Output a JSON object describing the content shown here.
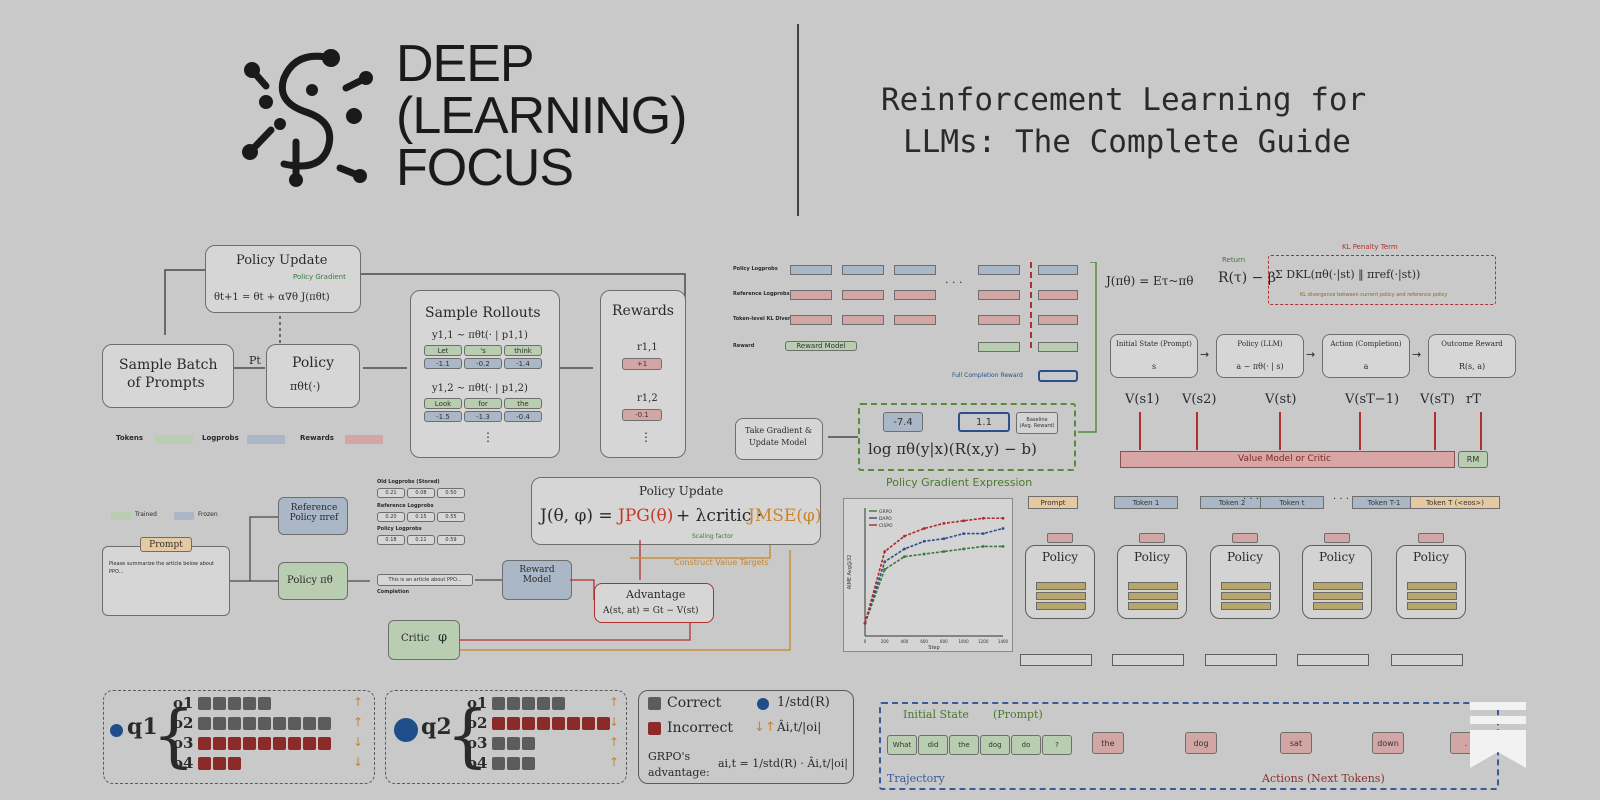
{
  "logo": {
    "line1": "DEEP",
    "line2": "(LEARNING)",
    "line3": "FOCUS"
  },
  "header": {
    "title_line1": "Reinforcement Learning for",
    "title_line2": "LLMs: The Complete Guide"
  },
  "colors": {
    "background": "#c9c9c9",
    "token_green": "#b9cdb0",
    "logprob_blue": "#a9b7c6",
    "reward_red": "#d3a6a6",
    "dark_red": "#8c2a2a",
    "value_pink": "#d9a6a6"
  },
  "diagram1": {
    "policy_update": "Policy Update",
    "policy_gradient": "Policy Gradient",
    "update_eq": "θt+1 = θt + α∇θ J(πθt)",
    "sample_batch_l1": "Sample Batch",
    "sample_batch_l2": "of Prompts",
    "pt": "Pt",
    "policy": "Policy",
    "policy_sub": "πθt(·)",
    "sample_rollouts": "Sample Rollouts",
    "y1": "y1,1 ~ πθt(· | p1,1)",
    "y2": "y1,2 ~ πθt(· | p1,2)",
    "row1_tokens": [
      "Let",
      "'s",
      "think"
    ],
    "row1_vals": [
      "-1.1",
      "-0.2",
      "-1.4"
    ],
    "row2_tokens": [
      "Look",
      "for",
      "the"
    ],
    "row2_vals": [
      "-1.5",
      "-1.3",
      "-0.4"
    ],
    "rewards": "Rewards",
    "r1": "r1,1",
    "r1_val": "+1",
    "r2": "r1,2",
    "r2_val": "-0.1",
    "legend_tokens": "Tokens",
    "legend_logprobs": "Logprobs",
    "legend_rewards": "Rewards"
  },
  "diagram2": {
    "row_labels": [
      "Policy Logprobs",
      "Reference Logprobs",
      "Token-level KL Divergence",
      "Reward"
    ],
    "reward_model": "Reward Model",
    "full_completion_reward": "Full Completion Reward",
    "objective": "J(πθ) = Eτ~πθ",
    "returns": "Return",
    "kl_penalty_term": "KL Penalty Term",
    "kl_note": "KL divergence between current policy and reference policy",
    "take_gradient_l1": "Take Gradient &",
    "take_gradient_l2": "Update Model",
    "val_a": "-7.4",
    "val_b": "1.1",
    "baseline_l1": "Baseline",
    "baseline_l2": "(Avg. Reward)",
    "pg_expr": "log πθ(y|x)(R(x,y) − b)",
    "pg_title": "Policy Gradient Expression"
  },
  "diagram3": {
    "steps": [
      {
        "label": "Initial State (Prompt)",
        "sub": "s"
      },
      {
        "label": "Policy (LLM)",
        "sub": "a ~ πθ(· | s)"
      },
      {
        "label": "Action (Completion)",
        "sub": "a"
      },
      {
        "label": "Outcome Reward",
        "sub": "R(s, a)"
      }
    ],
    "values": [
      "V(s1)",
      "V(s2)",
      "V(st)",
      "V(sT−1)",
      "V(sT)",
      "rT"
    ],
    "value_model": "Value Model or Critic",
    "rm": "RM",
    "tokens": [
      "Prompt",
      "Token 1",
      "Token 2",
      "Token t",
      "Token T-1",
      "Token T (<eos>)"
    ],
    "policy": "Policy",
    "actions": [
      "the",
      "dog",
      "sat",
      "down",
      "."
    ],
    "initial_state": "Initial State",
    "prompt_paren": "(Prompt)",
    "trajectory_tokens": [
      "What",
      "did",
      "the",
      "dog",
      "do",
      "?"
    ],
    "trajectory": "Trajectory",
    "actions_next": "Actions (Next Tokens)"
  },
  "diagram4": {
    "legend_trained": "Trained",
    "legend_frozen": "Frozen",
    "prompt": "Prompt",
    "prompt_text": "Please summarize the article below about PPO...",
    "reference_policy": "Reference Policy πref",
    "policy": "Policy πθ",
    "old_logprobs": "Old Logprobs (Stored)",
    "ref_logprobs": "Reference Logprobs",
    "policy_logprobs": "Policy Logprobs",
    "completion_text": "This is an article about PPO...",
    "completion": "Completion",
    "reward_model": "Reward Model",
    "critic": "Critic",
    "critic_sym": "φ",
    "advantage": "Advantage",
    "advantage_eq": "A(st, at) = Gt − V(st)",
    "policy_update": "Policy Update",
    "objective_left": "J(θ, φ) =",
    "jpg": "JPG(θ)",
    "lambda": "+ λcritic ·",
    "jmse": "JMSE(φ)",
    "scaling": "Scaling factor",
    "construct_targets": "Construct Value Targets",
    "logprob_vals": [
      "0.21",
      "0.08",
      "0.50",
      "0.20",
      "0.15",
      "0.55",
      "0.18",
      "0.11",
      "0.59"
    ]
  },
  "chart_data": {
    "type": "line",
    "title": "",
    "xlabel": "Step",
    "ylabel": "AIME Avg@32",
    "legend_placement": "top-left",
    "x": [
      0,
      200,
      400,
      600,
      800,
      1000,
      1200,
      1400
    ],
    "xtick_labels": [
      "0",
      "200",
      "400",
      "600",
      "800",
      "1000",
      "1200",
      "1400"
    ],
    "ylim": [
      0,
      0.5
    ],
    "series": [
      {
        "name": "GRPO",
        "values": [
          0.05,
          0.26,
          0.31,
          0.32,
          0.33,
          0.34,
          0.35,
          0.35
        ]
      },
      {
        "name": "DAPO",
        "values": [
          0.05,
          0.29,
          0.34,
          0.37,
          0.38,
          0.4,
          0.4,
          0.42
        ]
      },
      {
        "name": "CISPO",
        "values": [
          0.05,
          0.33,
          0.39,
          0.42,
          0.44,
          0.45,
          0.46,
          0.46
        ]
      }
    ],
    "colors": [
      "#3a7a3a",
      "#2a4f8a",
      "#b02a2a"
    ]
  },
  "grpo": {
    "q1": "q1",
    "q2": "q2",
    "outputs": [
      "o1",
      "o2",
      "o3",
      "o4"
    ],
    "q1_rows": [
      [
        "g",
        "g",
        "g",
        "g",
        "g"
      ],
      [
        "g",
        "g",
        "g",
        "g",
        "g",
        "g",
        "g",
        "g",
        "g"
      ],
      [
        "r",
        "r",
        "r",
        "r",
        "r",
        "r",
        "r",
        "r",
        "r"
      ],
      [
        "r",
        "r",
        "r"
      ]
    ],
    "q2_rows": [
      [
        "g",
        "g",
        "g",
        "g",
        "g"
      ],
      [
        "r",
        "r",
        "r",
        "r",
        "r",
        "r",
        "r",
        "r"
      ],
      [
        "g",
        "g",
        "g"
      ],
      [
        "g",
        "g",
        "g"
      ]
    ],
    "correct": "Correct",
    "incorrect": "Incorrect",
    "inv_std": "1/std(R)",
    "adv_norm": "Âi,t/|oi|",
    "grpo_label_l1": "GRPO's",
    "grpo_label_l2": "advantage:",
    "formula": "ai,t = 1/std(R) · Âi,t/|oi|"
  }
}
